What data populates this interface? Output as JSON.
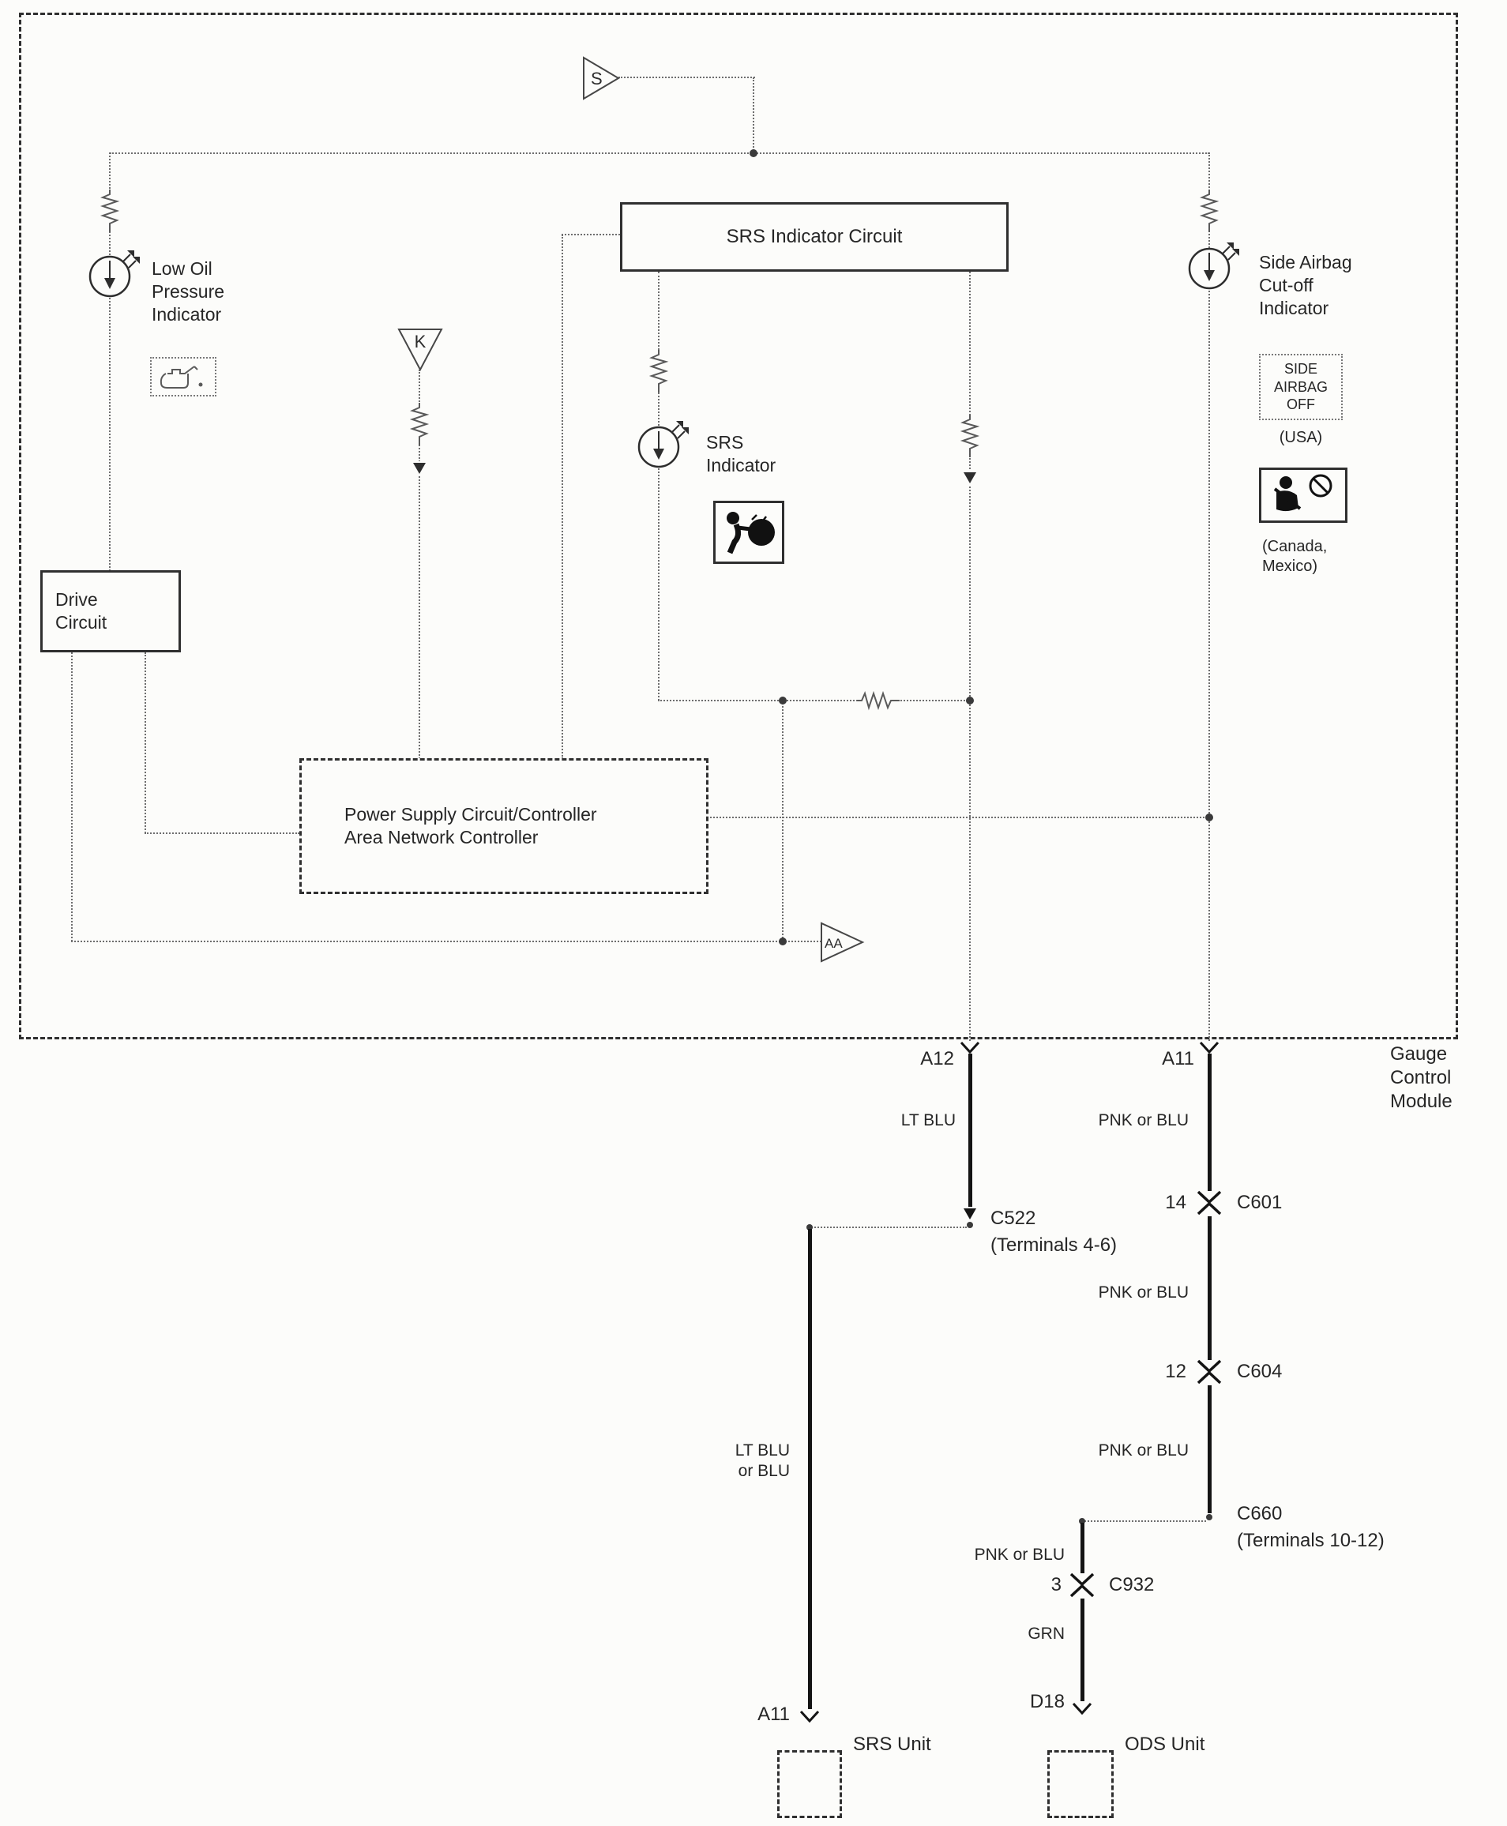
{
  "module": {
    "name": "Gauge\nControl\nModule"
  },
  "blocks": {
    "srs_indicator_circuit": "SRS Indicator Circuit",
    "drive_circuit": "Drive\nCircuit",
    "power_supply": "Power Supply Circuit/Controller\nArea Network Controller"
  },
  "connectors_internal": {
    "s": "S",
    "k": "K",
    "aa": "AA"
  },
  "indicators": {
    "low_oil": {
      "label": "Low Oil\nPressure\nIndicator",
      "icon": "oil-can-icon"
    },
    "srs": {
      "label": "SRS\nIndicator",
      "icon": "airbag-icon"
    },
    "side_airbag": {
      "label": "Side Airbag\nCut-off\nIndicator",
      "off_box": "SIDE\nAIRBAG\nOFF",
      "usa": "(USA)",
      "canada_mexico": "(Canada,\nMexico)",
      "icon": "side-airbag-off-icon"
    }
  },
  "pins": {
    "a12": "A12",
    "a11_top": "A11",
    "a11_bottom": "A11",
    "d18": "D18"
  },
  "wire_labels": {
    "lt_blu": "LT BLU",
    "lt_blu_or_blu": "LT BLU\nor BLU",
    "pnk_or_blu_1": "PNK or BLU",
    "pnk_or_blu_2": "PNK or BLU",
    "pnk_or_blu_3": "PNK or BLU",
    "pnk_or_blu_4": "PNK or BLU",
    "grn": "GRN"
  },
  "inline_connectors": {
    "c522": {
      "name": "C522",
      "detail": "(Terminals 4-6)"
    },
    "c601": {
      "pin": "14",
      "name": "C601"
    },
    "c604": {
      "pin": "12",
      "name": "C604"
    },
    "c660": {
      "name": "C660",
      "detail": "(Terminals 10-12)"
    },
    "c932": {
      "pin": "3",
      "name": "C932"
    }
  },
  "units": {
    "srs": "SRS Unit",
    "ods": "ODS Unit"
  }
}
